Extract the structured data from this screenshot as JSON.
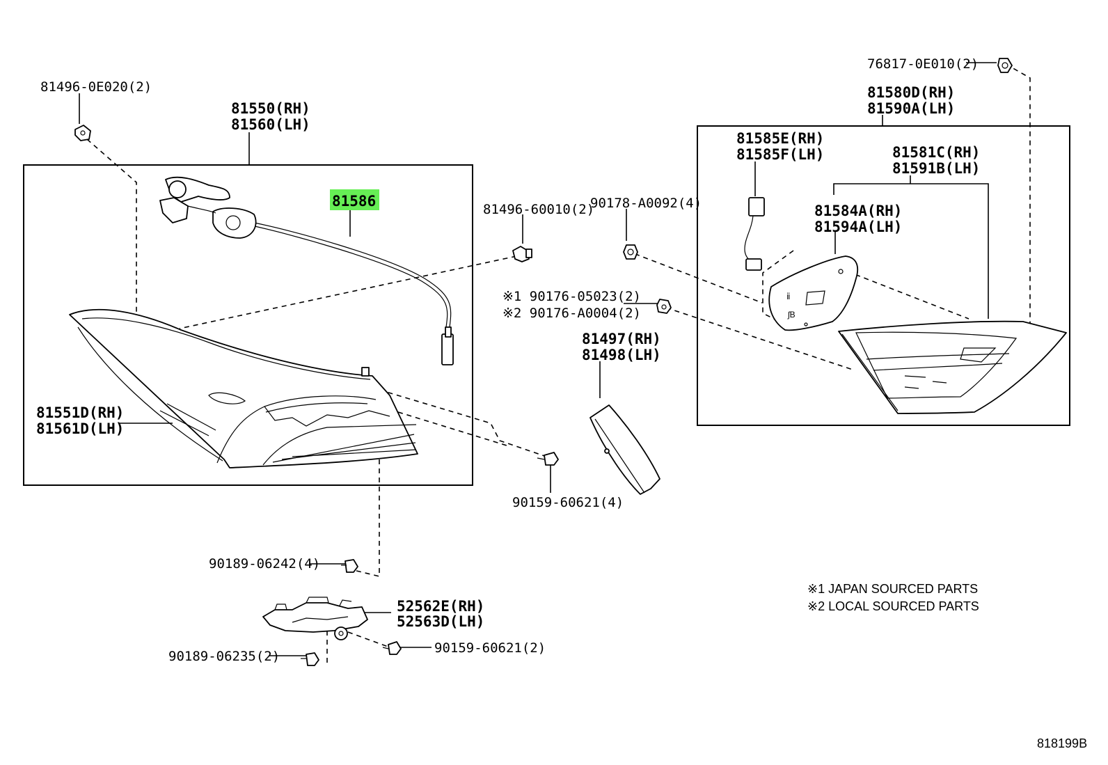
{
  "labels": {
    "p81496_0e020": "81496-0E020(2)",
    "p81550": "81550(RH)",
    "p81560": "81560(LH)",
    "p81586": "81586",
    "p81496_60010": "81496-60010(2)",
    "p90178": "90178-A0092(4)",
    "p76817": "76817-0E010(2)",
    "p81580d": "81580D(RH)",
    "p81590a": "81590A(LH)",
    "p81585e": "81585E(RH)",
    "p81585f": "81585F(LH)",
    "p81581c": "81581C(RH)",
    "p81591b": "81591B(LH)",
    "p81584a": "81584A(RH)",
    "p81594a": "81594A(LH)",
    "p90176_05023": "※1 90176-05023(2)",
    "p90176_a0004": "※2 90176-A0004(2)",
    "p81497": "81497(RH)",
    "p81498": "81498(LH)",
    "p81551d": "81551D(RH)",
    "p81561d": "81561D(LH)",
    "p90159_4": "90159-60621(4)",
    "p90189_06242": "90189-06242(4)",
    "p52562e": "52562E(RH)",
    "p52563d": "52563D(LH)",
    "p90159_2": "90159-60621(2)",
    "p90189_06235": "90189-06235(2)"
  },
  "notes": {
    "note1": "※1 JAPAN SOURCED PARTS",
    "note2": "※2 LOCAL SOURCED PARTS"
  },
  "diagram_id": "818199B",
  "highlight_color": "#66ee55"
}
